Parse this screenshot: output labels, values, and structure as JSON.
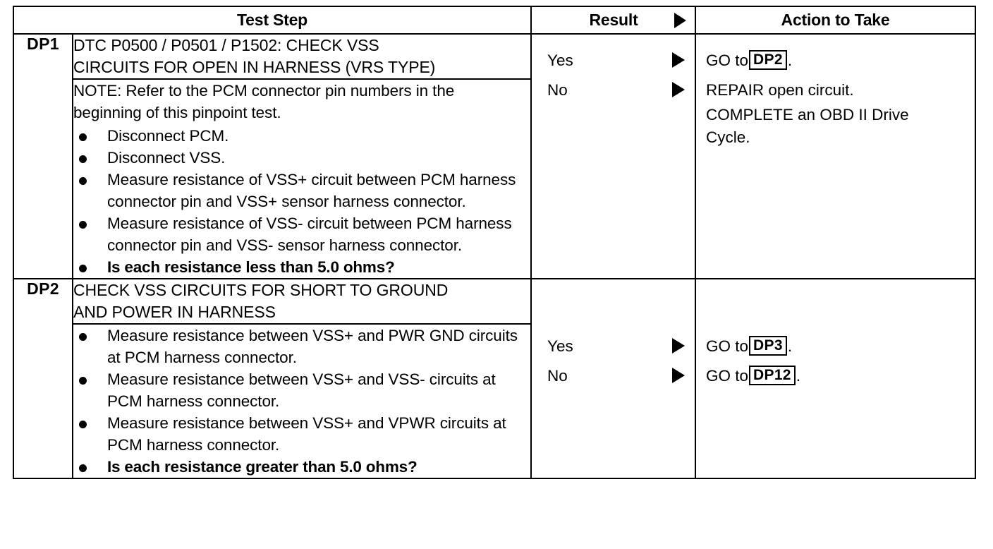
{
  "table": {
    "headers": {
      "dp": "",
      "test_step": "Test Step",
      "result": "Result",
      "result_arrow_icon": "right-triangle-icon",
      "action": "Action to Take"
    },
    "rows": [
      {
        "id": "DP1",
        "label": "DP1",
        "title_lines": [
          "DTC P0500 / P0501 / P1502: CHECK VSS",
          "CIRCUITS FOR OPEN IN HARNESS (VRS TYPE)"
        ],
        "note_lines": [
          "NOTE: Refer to the PCM connector pin numbers in",
          "the beginning of this pinpoint test."
        ],
        "bullets": [
          {
            "text": "Disconnect PCM.",
            "bold": false
          },
          {
            "text": "Disconnect VSS.",
            "bold": false
          },
          {
            "text": "Measure resistance of VSS+ circuit between PCM harness connector pin and VSS+ sensor harness connector.",
            "bold": false
          },
          {
            "text": "Measure resistance of VSS- circuit between PCM harness connector pin and VSS- sensor harness connector.",
            "bold": false
          },
          {
            "text": "Is each resistance less than 5.0 ohms?",
            "bold": true
          }
        ],
        "results": [
          {
            "label": "Yes",
            "arrow_icon": "right-triangle-icon"
          },
          {
            "label": "No",
            "arrow_icon": "right-triangle-icon"
          }
        ],
        "actions": [
          {
            "prefix": "GO to ",
            "ref": "DP2",
            "suffix": ".",
            "extra_lines": []
          },
          {
            "prefix": "REPAIR open circuit.",
            "ref": "",
            "suffix": "",
            "extra_lines": [
              "COMPLETE an OBD II Drive",
              "Cycle."
            ]
          }
        ]
      },
      {
        "id": "DP2",
        "label": "DP2",
        "title_lines": [
          "CHECK VSS CIRCUITS FOR SHORT TO GROUND",
          "AND POWER IN HARNESS"
        ],
        "note_lines": [],
        "bullets": [
          {
            "text": "Measure resistance between VSS+ and PWR GND circuits at PCM harness connector.",
            "bold": false
          },
          {
            "text": "Measure resistance between VSS+ and VSS- circuits at PCM harness connector.",
            "bold": false
          },
          {
            "text": "Measure resistance between VSS+ and VPWR circuits at PCM harness connector.",
            "bold": false
          },
          {
            "text": "Is each resistance greater than 5.0 ohms?",
            "bold": true
          }
        ],
        "results": [
          {
            "label": "Yes",
            "arrow_icon": "right-triangle-icon"
          },
          {
            "label": "No",
            "arrow_icon": "right-triangle-icon"
          }
        ],
        "actions": [
          {
            "prefix": "GO to ",
            "ref": "DP3",
            "suffix": ".",
            "extra_lines": []
          },
          {
            "prefix": "GO to ",
            "ref": "DP12",
            "suffix": ".",
            "extra_lines": []
          }
        ]
      }
    ]
  }
}
